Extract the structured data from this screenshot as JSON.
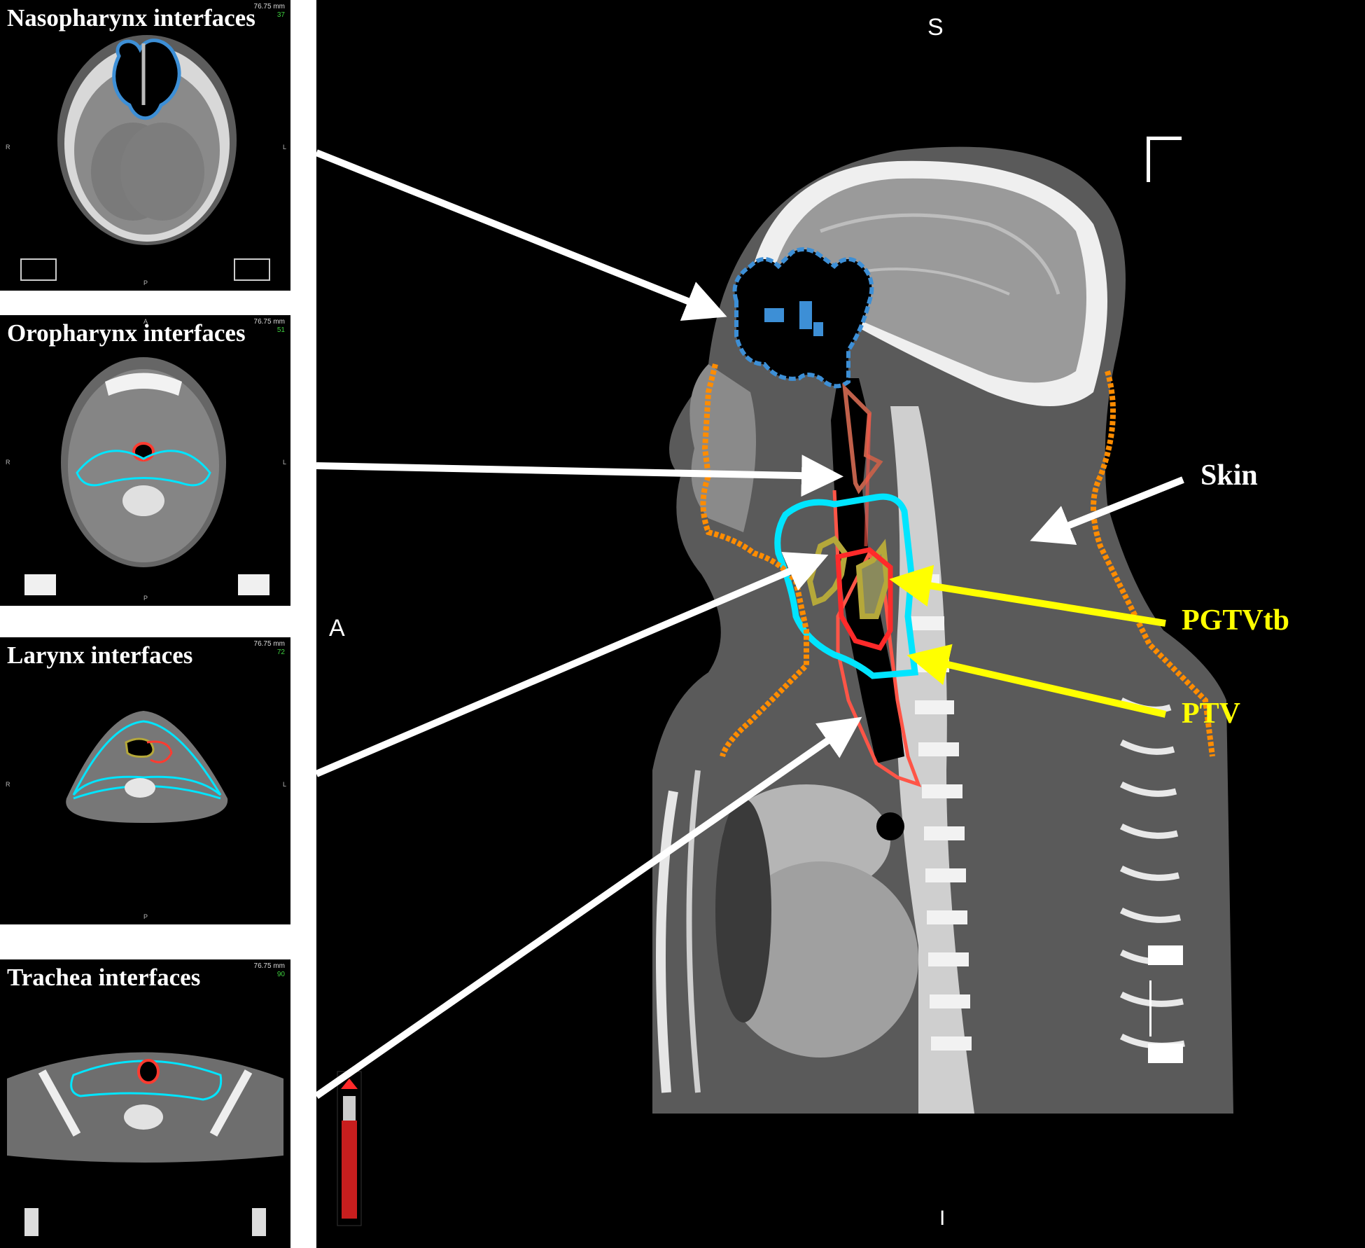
{
  "thumbnails": [
    {
      "title": "Nasopharynx interfaces",
      "mm": "76.75 mm",
      "slice": "37"
    },
    {
      "title": "Oropharynx interfaces",
      "mm": "76.75 mm",
      "slice": "51"
    },
    {
      "title": "Larynx interfaces",
      "mm": "76.75 mm",
      "slice": "72"
    },
    {
      "title": "Trachea interfaces",
      "mm": "76.75 mm",
      "slice": "90"
    }
  ],
  "thumb_orient": {
    "anterior": "A",
    "posterior": "P",
    "right": "R",
    "left": "L"
  },
  "sagittal": {
    "orient_top": "S",
    "orient_left": "A",
    "orient_bottom": "I"
  },
  "callouts": {
    "skin": "Skin",
    "pgtvtb": "PGTVtb",
    "ptv": "PTV"
  },
  "colors": {
    "background": "#000000",
    "arrow_white": "#ffffff",
    "arrow_yellow": "#ffff00",
    "label_yellow": "#ffff00",
    "skin_contour": "#ff8c00",
    "ptv_contour": "#00e5ff",
    "pgtvtb_contour": "#b5a83a",
    "airway_contour": "#ff3b30",
    "nasal_contour": "#3d8fd6",
    "oropharynx_contour": "#c0604a"
  }
}
